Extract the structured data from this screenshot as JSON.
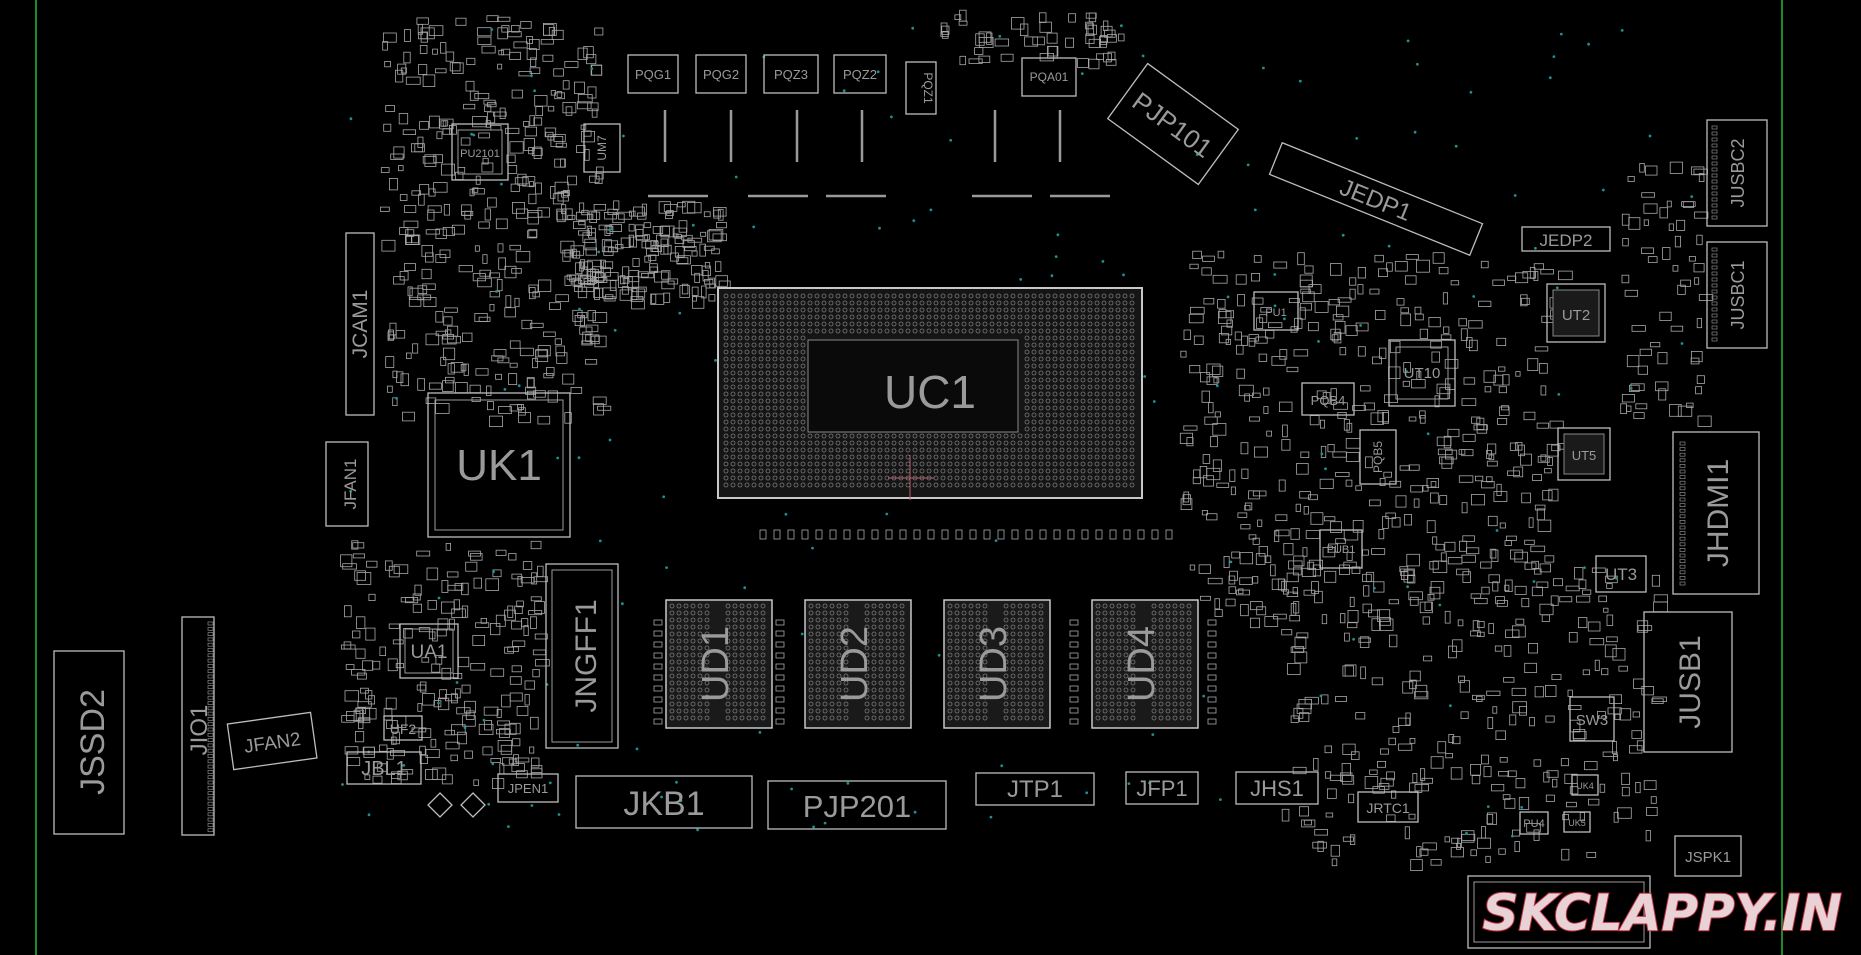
{
  "board": {
    "background": "#000000",
    "trace_color": "#bdbdbd",
    "label_color": "#9a9a9a",
    "edge_color": "#1f8a2a",
    "via_color": "#1f8f90"
  },
  "components": {
    "uc1": "UC1",
    "uk1": "UK1",
    "ud1": "UD1",
    "ud2": "UD2",
    "ud3": "UD3",
    "ud4": "UD4",
    "jssd2": "JSSD2",
    "jio1": "JIO1",
    "jfan2": "JFAN2",
    "jfan1": "JFAN1",
    "jcam1": "JCAM1",
    "ua1": "UA1",
    "uf2": "UF2",
    "jbl1": "JBL1",
    "jpen1": "JPEN1",
    "jngff1": "JNGFF1",
    "jkb1": "JKB1",
    "pjp201": "PJP201",
    "jtp1": "JTP1",
    "jfp1": "JFP1",
    "jhs1": "JHS1",
    "jrtc1": "JRTC1",
    "pjp101": "PJP101",
    "jedp1": "JEDP1",
    "jedp2": "JEDP2",
    "jusbc2": "JUSBC2",
    "jusbc1": "JUSBC1",
    "jhdmi1": "JHDMI1",
    "jusb1": "JUSB1",
    "ut2": "UT2",
    "ut10": "UT10",
    "ut5": "UT5",
    "ut3": "UT3",
    "sw3": "SW3",
    "jspk1": "JSPK1",
    "pqb4": "PQB4",
    "pqb5": "PQB5",
    "pu1": "PU1",
    "pub1": "PUB1",
    "pu2101": "PU2101",
    "um7": "UM7",
    "pqg1": "PQG1",
    "pqg2": "PQG2",
    "pqz3": "PQZ3",
    "pqz2": "PQZ2",
    "pqz1": "PQZ1",
    "pqa01": "PQA01",
    "uk4": "UK4",
    "uk5": "UK5",
    "pu4": "PU4"
  },
  "watermark": "SKCLAPPY.IN"
}
